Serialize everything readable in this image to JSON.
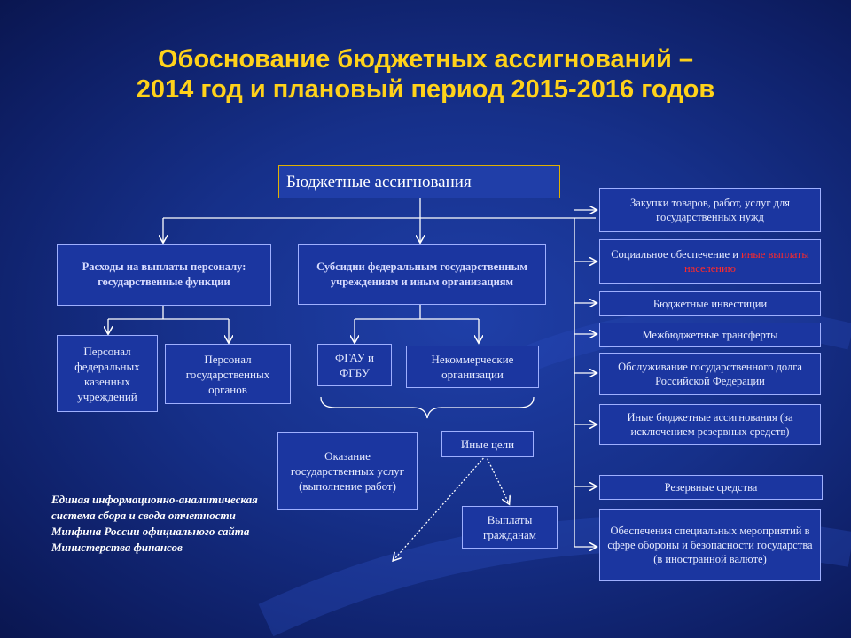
{
  "title": {
    "line1": "Обоснование бюджетных ассигнований –",
    "line2": "2014 год и плановый период 2015-2016 годов"
  },
  "root": "Бюджетные ассигнования",
  "branches": {
    "personnel_expenses": "Расходы на выплаты персоналу: государственные функции",
    "subsidies": "Субсидии федеральным государственным учреждениям и иным организациям"
  },
  "personnel_children": {
    "federal_institutions": "Персонал федеральных казенных учреждений",
    "state_bodies": "Персонал государственных органов"
  },
  "subsidy_children": {
    "fgau": "ФГАУ и ФГБУ",
    "nonprofit": "Некоммерческие организации"
  },
  "services": "Оказание государственных услуг (выполнение работ)",
  "other_goals": "Иные цели",
  "citizen_payments": "Выплаты гражданам",
  "right_column": {
    "purchases": "Закупки товаров, работ, услуг для государственных нужд",
    "social_part1": "Социальное обеспечение и ",
    "social_part2": "иные выплаты населению",
    "investments": "Бюджетные инвестиции",
    "transfers": "Межбюджетные трансферты",
    "debt_service": "Обслуживание государственного долга Российской Федерации",
    "other": "Иные бюджетные ассигнования (за исключением резервных средств)",
    "reserve": "Резервные средства",
    "defense": "Обеспечения специальных мероприятий в сфере обороны и безопасности государства (в иностранной валюте)"
  },
  "footnote": "Единая информационно-аналитическая система сбора и свода отчетности Минфина России официального сайта Министерства финансов"
}
